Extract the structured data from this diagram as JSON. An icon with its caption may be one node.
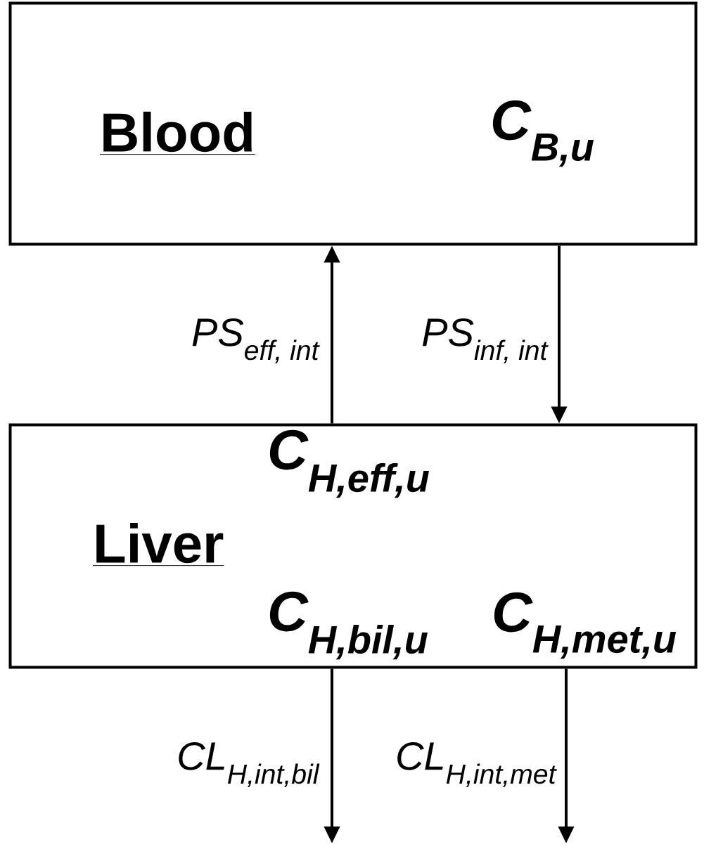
{
  "diagram": {
    "nodes": [
      {
        "text": [
          "Blood",
          "\\text{\\bfseries\\itshape C}_{\\text{\\bfseries\\itshape B,u}}"
        ]
      },
      {
        "text": [
          "Liver",
          "\\text{\\bfseries\\itshape C}_{\\text{\\bfseries\\itshape H,eff,u}}",
          "\\text{\\bfseries\\itshape C}_{\\text{\\bfseries\\itshape H,bil,u}}",
          "\\text{\\bfseries\\itshape C}_{\\text{\\bfseries\\itshape H,met,u}}"
        ]
      }
    ],
    "edges": [
      {
        "from": 1,
        "to": 0,
        "arrow": "to",
        "label": "\\text{\\itshape PS}_{\\text{\\itshape eff, int}}"
      },
      {
        "from": 0,
        "to": 1,
        "arrow": "to",
        "label": "\\text{\\itshape PS}_{\\text{\\itshape inf, int}}"
      },
      {
        "from": 1,
        "to": null,
        "arrow": "to",
        "label": "\\text{\\itshape CL}_{\\text{\\itshape H,int,bil}}"
      },
      {
        "from": 1,
        "to": null,
        "arrow": "to",
        "label": "\\text{\\itshape CL}_{\\text{\\itshape H,int,met}}"
      }
    ]
  }
}
